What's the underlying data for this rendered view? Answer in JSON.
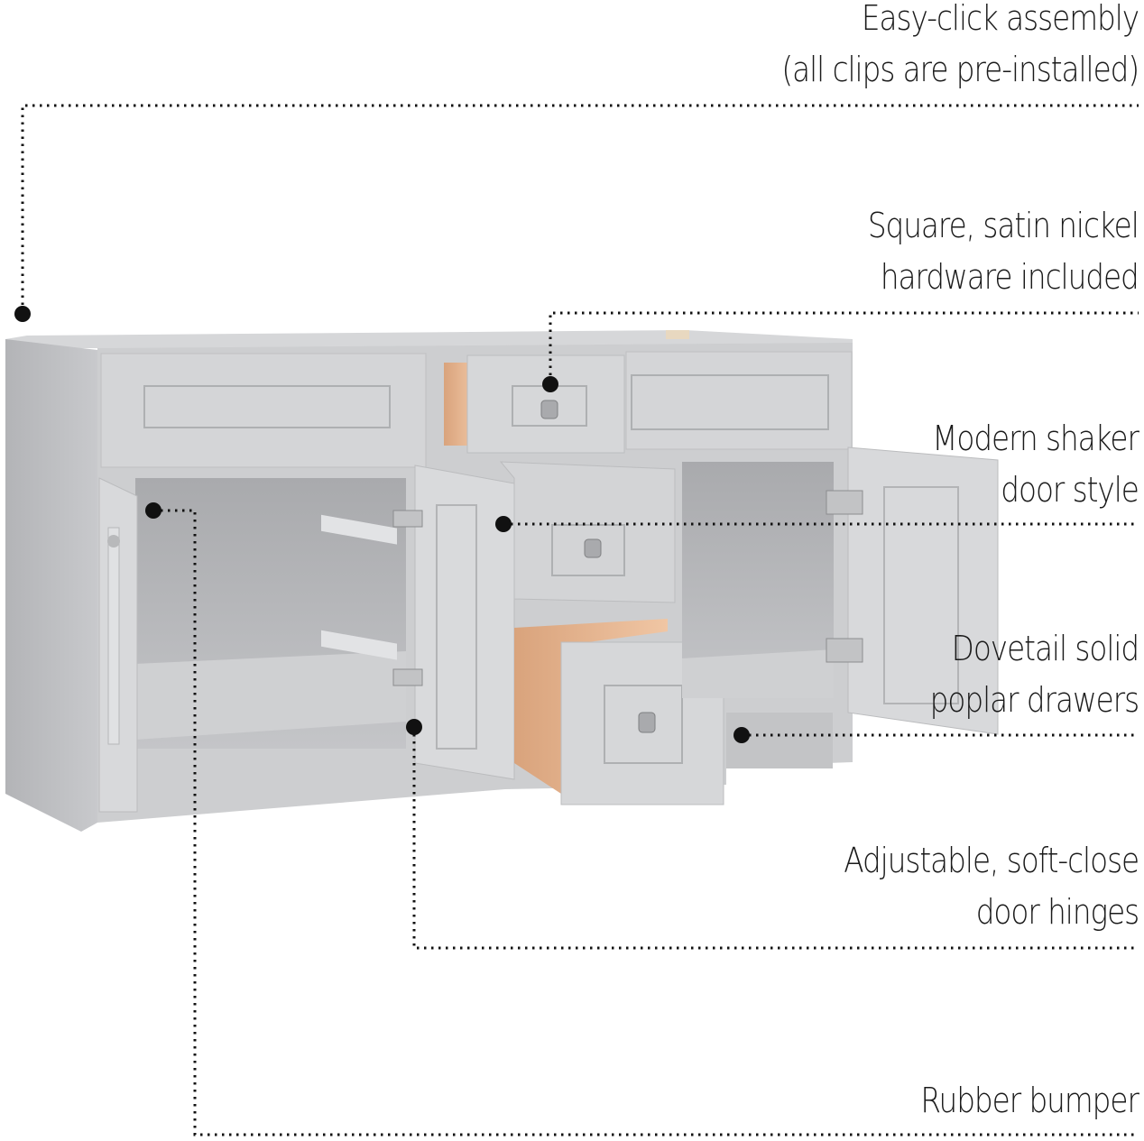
{
  "diagram": {
    "subject": "Double-sink bathroom vanity cabinet with shaker doors and drawers",
    "colors": {
      "cabinet_gray": "#c9cacc",
      "cabinet_dark": "#a9aaad",
      "interior": "#b8b9bb",
      "drawer_wood": "#e6b894",
      "callout_line": "#111111",
      "text": "#1a1a1a"
    },
    "callouts": [
      {
        "id": "easy-click",
        "lines": [
          "Easy-click assembly",
          "(all clips are pre-installed)"
        ]
      },
      {
        "id": "hardware",
        "lines": [
          "Square, satin nickel",
          "hardware included"
        ]
      },
      {
        "id": "shaker",
        "lines": [
          "Modern shaker",
          "door style"
        ]
      },
      {
        "id": "dovetail",
        "lines": [
          "Dovetail solid",
          "poplar drawers"
        ]
      },
      {
        "id": "hinges",
        "lines": [
          "Adjustable, soft-close",
          "door hinges"
        ]
      },
      {
        "id": "bumper",
        "lines": [
          "Rubber bumper"
        ]
      }
    ]
  }
}
